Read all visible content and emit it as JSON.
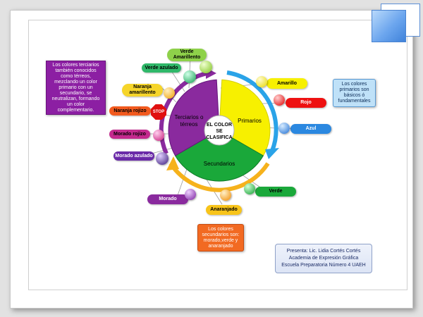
{
  "center": {
    "line1": "EL COLOR",
    "line2": "SE",
    "line3": "CLASIFICA"
  },
  "sectors": {
    "primarios": "Primarios",
    "secundarios": "Secundarios",
    "terciarios_line1": "Terciarios o",
    "terciarios_line2": "térreos"
  },
  "primarios_labels": {
    "amarillo": "Amarillo",
    "rojo": "Rojo",
    "azul": "Azul"
  },
  "secundarios_labels": {
    "verde": "Verde",
    "anaranjado": "Anaranjado",
    "morado": "Morado"
  },
  "terciarios_labels": {
    "verde_amarillento_1": "Verde",
    "verde_amarillento_2": "Amarillento",
    "verde_azulado": "Verde azulado",
    "naranja_amarillento_1": "Naranja",
    "naranja_amarillento_2": "amarillento",
    "naranja_rojizo": "Naranja rojizo",
    "morado_rojizo": "Morado rojizo",
    "morado_azulado": "Morado azulado"
  },
  "stop_sign": "STOP",
  "notes": {
    "terciarios": "Los colores terciarios también conocidos como térreos, mezclando un color primario con un secundario, se neutralizan, formando un color complementario.",
    "primarios": "Los colores primarios son básicos ó fundamentales",
    "secundarios": "Los colores secundarios son: morado,verde y anaranjado"
  },
  "presenter": {
    "line1": "Presenta: Lic. Lidia Cortés Cortés",
    "line2": "Academia de Expresión Gráfica",
    "line3": "Escuela Preparatoria Número 4 UAEH"
  },
  "colors": {
    "yellow": "#f7f000",
    "green": "#1aa83a",
    "purple": "#8a2a9e",
    "blue_arrow": "#2aa3e8",
    "orange_arrow": "#f6b21c",
    "red": "#ee1111",
    "note_purple": "#8c1fa3",
    "note_blue": "#bfe1f8",
    "note_orange": "#f26a22"
  }
}
